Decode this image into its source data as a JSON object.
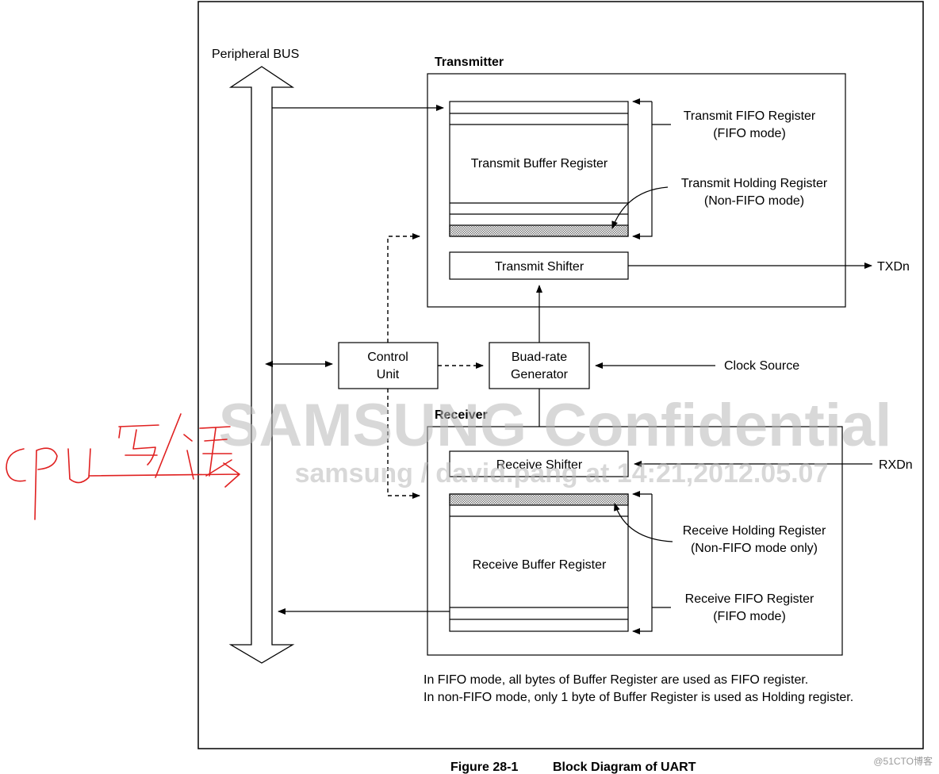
{
  "bus": {
    "label": "Peripheral BUS"
  },
  "transmitter": {
    "title": "Transmitter",
    "buffer_register": "Transmit Buffer Register",
    "fifo_label": [
      "Transmit FIFO Register",
      "(FIFO mode)"
    ],
    "holding_label": [
      "Transmit Holding Register",
      "(Non-FIFO mode)"
    ],
    "shifter": "Transmit Shifter",
    "output": "TXDn"
  },
  "control_unit": [
    "Control",
    "Unit"
  ],
  "baud_generator": [
    "Buad-rate",
    "Generator"
  ],
  "clock_source": "Clock Source",
  "receiver": {
    "title": "Receiver",
    "shifter": "Receive Shifter",
    "input": "RXDn",
    "buffer_register": "Receive Buffer Register",
    "holding_label": [
      "Receive Holding Register",
      "(Non-FIFO mode only)"
    ],
    "fifo_label": [
      "Receive FIFO Register",
      "(FIFO mode)"
    ]
  },
  "notes": [
    "In FIFO mode, all bytes of Buffer Register are used as FIFO register.",
    "In non-FIFO mode, only 1 byte of Buffer Register is used as Holding register."
  ],
  "caption": {
    "number": "Figure 28-1",
    "title": "Block Diagram of UART"
  },
  "watermark": {
    "main": "SAMSUNG Confidential",
    "sub": "samsung / david.pang at 14:21,2012.05.07"
  },
  "annotation": {
    "text": "CPU 写/读"
  },
  "credit": "@51CTO博客"
}
